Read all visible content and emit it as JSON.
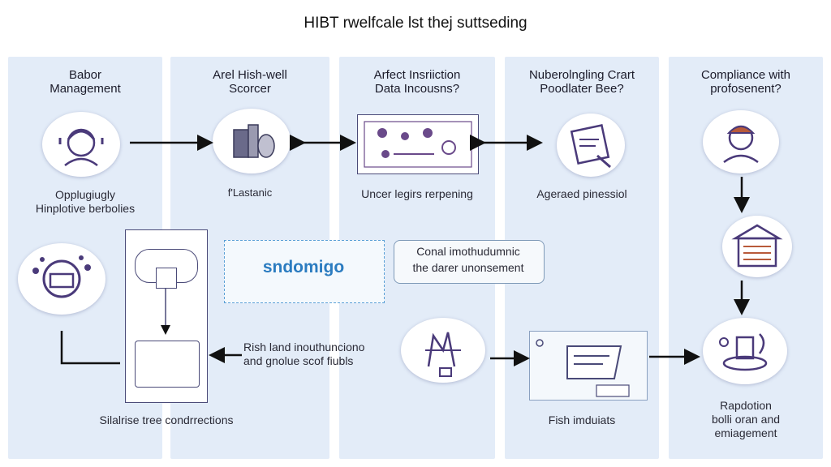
{
  "title": "HIBT rwelfcale lst thej suttseding",
  "columns": [
    {
      "heading_line1": "Babor",
      "heading_line2": "Management",
      "label_line1": "Opplugiugly",
      "label_line2": "Hinplotive berbolies"
    },
    {
      "heading_line1": "Arel Hish-well",
      "heading_line2": "Scorcer",
      "label": "f'Lastanic"
    },
    {
      "heading_line1": "Arfect Insriiction",
      "heading_line2": "Data Incousns?",
      "label": "Uncer legirs rerpening"
    },
    {
      "heading_line1": "Nuberolngling Crart",
      "heading_line2": "Poodlater Bee?",
      "label": "Ageraed pinessiol"
    },
    {
      "heading_line1": "Compliance with",
      "heading_line2": "profosenent?"
    }
  ],
  "brand_text": "sndomigo",
  "note": {
    "line1": "Conal imothudumnic",
    "line2": "the darer unonsement"
  },
  "middle_text": {
    "line1": "Rish land inouthunciono",
    "line2": "and gnolue scof fiubls"
  },
  "bottom_labels": {
    "col1": "Silalrise tree condrrections",
    "col4": "Fish imduiats",
    "col5_line1": "Rapdotion",
    "col5_line2": "bolli oran and",
    "col5_line3": "emiagement"
  },
  "colors": {
    "panel_bg": "#e3ecf8",
    "accent": "#2b7cc0",
    "line": "#4a4a78",
    "arrow": "#111111"
  }
}
